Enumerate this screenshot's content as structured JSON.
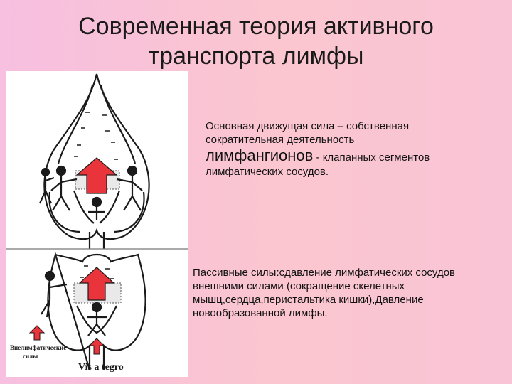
{
  "slide": {
    "title_line1": "Современная теория активного",
    "title_line2": "транспорта лимфы"
  },
  "active": {
    "line1": "Основная движущая  сила – собственная",
    "line2": "сократительная деятельность",
    "big_word": "лимфангионов",
    "after_big": " - клапанных сегментов",
    "line4": "лимфатических сосудов."
  },
  "passive": {
    "text": "Пассивные силы:сдавление лимфатических сосудов внешними силами (сокращение скелетных мышц,сердца,перистальтика кишки),Давление новообразованной лимфы."
  },
  "figure": {
    "label_line1": "Внелимфатические",
    "label_line2": "силы",
    "caption": "Vis a tegro",
    "arrow_color": "#e8343a"
  }
}
